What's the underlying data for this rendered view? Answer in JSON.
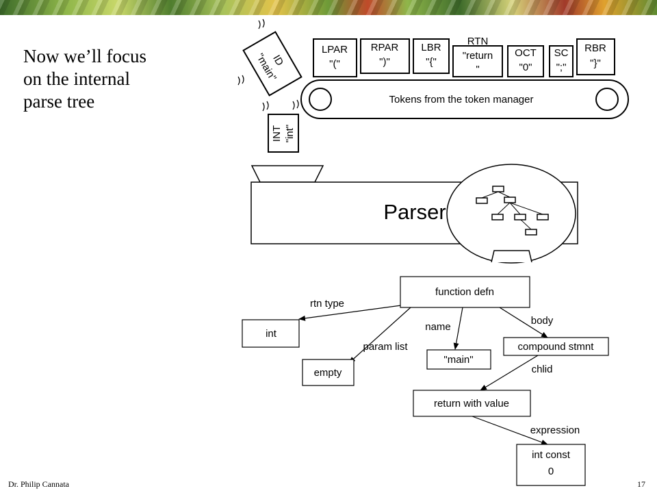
{
  "slide": {
    "text_lines": [
      "Now we’ll focus",
      "on the internal",
      "parse tree"
    ],
    "footer_author": "Dr. Philip Cannata",
    "page_number": "17"
  },
  "tokens": [
    {
      "kind": "ID",
      "value": "\"main\""
    },
    {
      "kind": "INT",
      "value": "\"int\""
    },
    {
      "kind": "LPAR",
      "value": "\"(\""
    },
    {
      "kind": "RPAR",
      "value": "\")\""
    },
    {
      "kind": "LBR",
      "value": "\"{\""
    },
    {
      "kind": "RTN",
      "value": "\"return"
    },
    {
      "kind": "OCT",
      "value": "\"0\""
    },
    {
      "kind": "SC",
      "value": "\";\""
    },
    {
      "kind": "RBR",
      "value": "\"}\""
    }
  ],
  "rtn_tail": "\"",
  "belt_label": "Tokens from the token manager",
  "parser_label": "Parser",
  "tree": {
    "root": "function defn",
    "rtn_node": "int",
    "param_node": "empty",
    "name_node": "\"main\"",
    "body_node": "compound stmnt",
    "return_node": "return with value",
    "const_line1": "int const",
    "const_line2": "0",
    "edges": {
      "rtn_type": "rtn type",
      "param_list": "param list",
      "name": "name",
      "body": "body",
      "child": "chlid",
      "expression": "expression"
    }
  },
  "colors": {
    "stroke": "#000000",
    "fill": "#ffffff"
  }
}
